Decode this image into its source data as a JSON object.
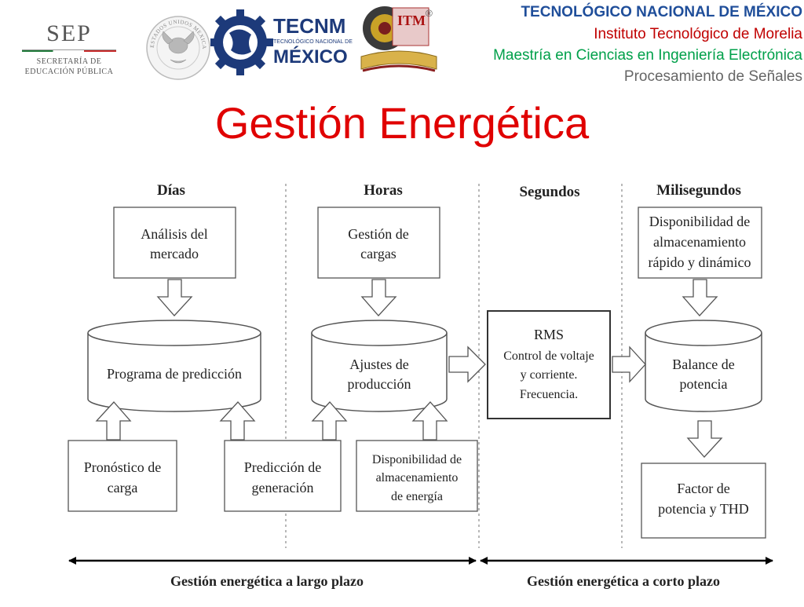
{
  "header": {
    "sep_logo": {
      "word": "SEP",
      "subtitle_line1": "SECRETARÍA DE",
      "subtitle_line2": "EDUCACIÓN PÚBLICA"
    },
    "seal_logo": {
      "ring_text": "ESTADOS UNIDOS MEXICANOS"
    },
    "tecnm_logo": {
      "word1": "TECNM",
      "word2": "TECNOLÓGICO NACIONAL DE",
      "word3": "MÉXICO"
    },
    "itm_logo": {
      "letters": "ITM",
      "registered": "®"
    },
    "institution_lines": [
      "TECNOLÓGICO NACIONAL DE MÉXICO",
      "Instituto Tecnológico de Morelia",
      "Maestría en Ciencias en Ingeniería Electrónica",
      "Procesamiento de Señales"
    ],
    "colors": {
      "line1": "#1f4e9a",
      "line2": "#c00000",
      "line3": "#00a04a",
      "line4": "#666666"
    }
  },
  "title": "Gestión Energética",
  "diagram": {
    "columns": [
      "Días",
      "Horas",
      "Segundos",
      "Milisegundos"
    ],
    "boxes": {
      "analisis_mercado": [
        "Análisis del",
        "mercado"
      ],
      "gestion_cargas": [
        "Gestión de",
        "cargas"
      ],
      "disponibilidad_rapido": [
        "Disponibilidad de",
        "almacenamiento",
        "rápido y dinámico"
      ],
      "rms": [
        "RMS",
        "Control de voltaje",
        "y corriente.",
        "Frecuencia."
      ],
      "pronostico_carga": [
        "Pronóstico de",
        "carga"
      ],
      "prediccion_generacion": [
        "Predicción de",
        "generación"
      ],
      "disponibilidad_energia": [
        "Disponibilidad de",
        "almacenamiento",
        "de energía"
      ],
      "factor_potencia": [
        "Factor de",
        "potencia y THD"
      ]
    },
    "cylinders": {
      "programa_prediccion": [
        "Programa de predicción"
      ],
      "ajustes_produccion": [
        "Ajustes de",
        "producción"
      ],
      "balance_potencia": [
        "Balance de",
        "potencia"
      ]
    },
    "timeline": {
      "long_term": "Gestión energética a largo plazo",
      "short_term": "Gestión energética a corto plazo"
    }
  }
}
